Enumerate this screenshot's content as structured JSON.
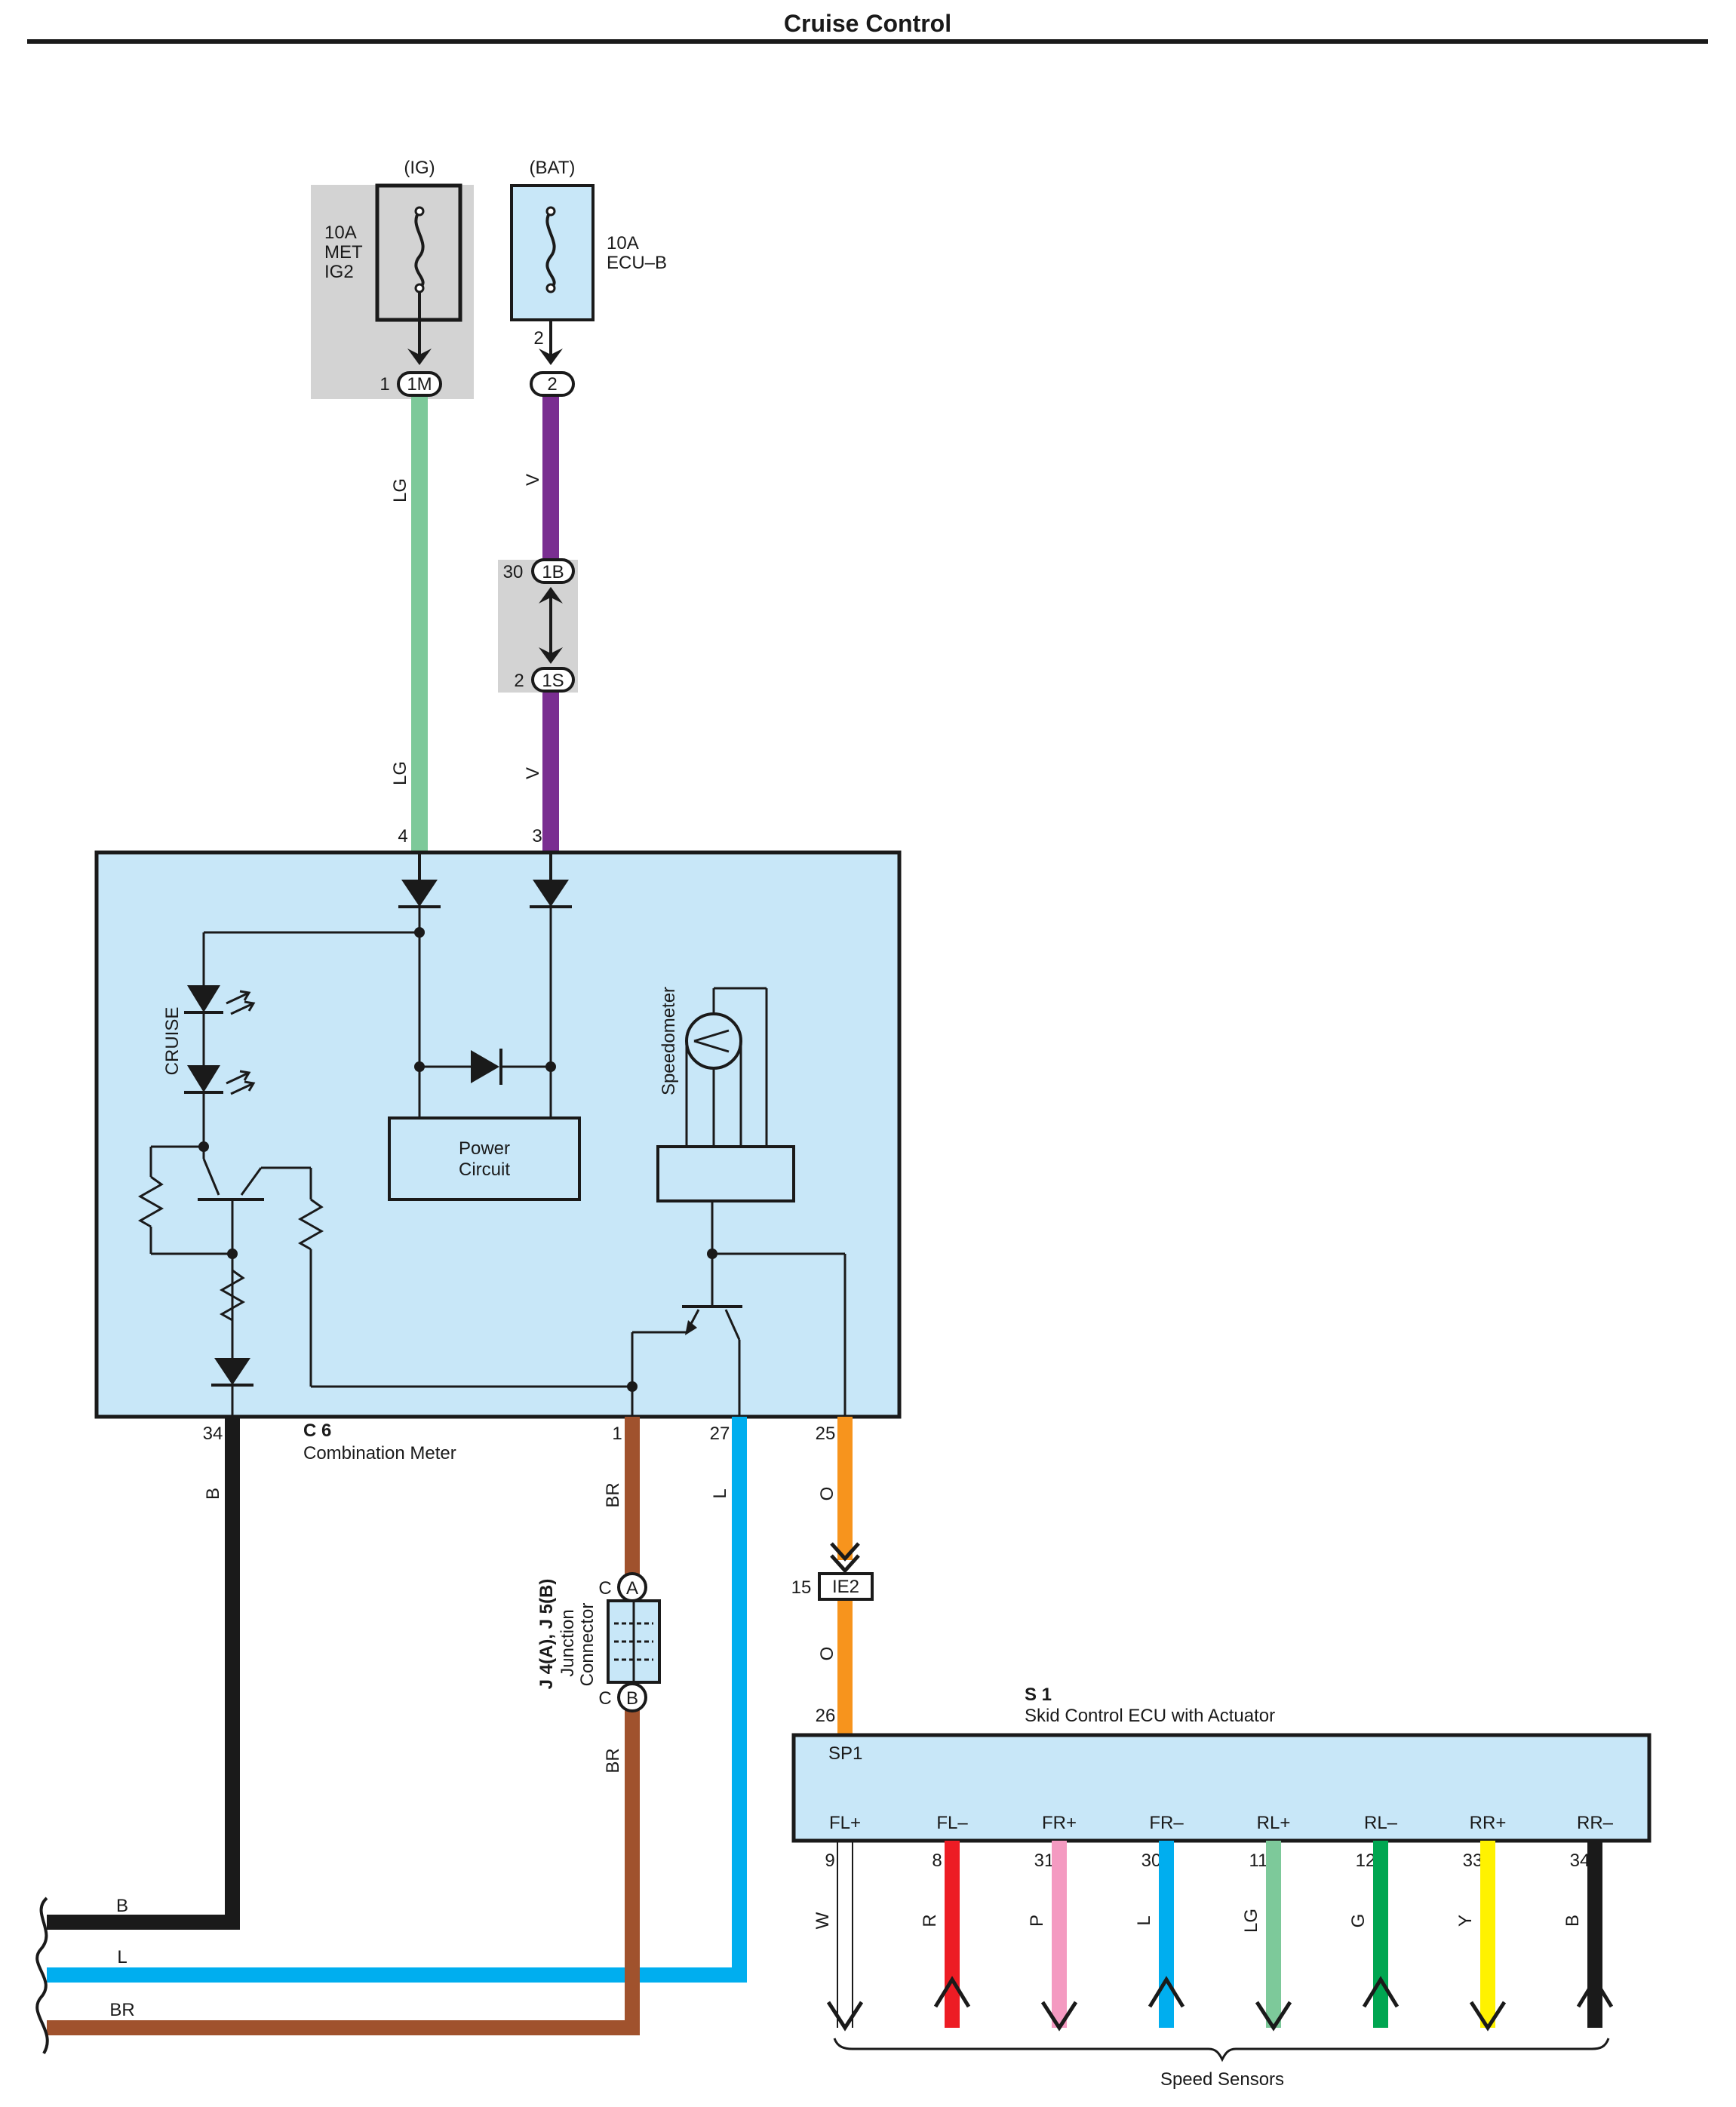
{
  "title": "Cruise Control",
  "colors": {
    "LG": "#7dc99a",
    "V": "#7a2e91",
    "B": "#1a1a1a",
    "BR": "#a0522d",
    "L": "#00aeef",
    "O": "#f7941d",
    "W": "#ffffff",
    "R": "#ed1c24",
    "P": "#f49ac1",
    "G": "#00a651",
    "Y": "#fff200",
    "box_fill": "#c8e7f8",
    "gray_fill": "#d3d3d3"
  },
  "fuses": {
    "ig": {
      "header": "(IG)",
      "line1": "10A",
      "line2": "MET",
      "line3": "IG2",
      "pin": "1",
      "connector": "1M"
    },
    "bat": {
      "header": "(BAT)",
      "line1": "10A",
      "line2": "ECU–B",
      "pin": "2",
      "connector": "2"
    }
  },
  "inline_connectors": {
    "upper": {
      "pin": "30",
      "id": "1B"
    },
    "lower": {
      "pin": "2",
      "id": "1S"
    }
  },
  "wire_labels": {
    "lg": "LG",
    "v": "V",
    "b": "B",
    "br": "BR",
    "l": "L",
    "o": "O"
  },
  "combination_meter": {
    "code": "C 6",
    "name": "Combination Meter",
    "pin_lg": "4",
    "pin_v": "3",
    "pin_b": "34",
    "pin_br": "1",
    "pin_l": "27",
    "pin_o": "25",
    "cruise_label": "CRUISE",
    "power_circuit_line1": "Power",
    "power_circuit_line2": "Circuit",
    "speedometer_label": "Speedometer"
  },
  "ie2": {
    "pin": "15",
    "id": "IE2"
  },
  "junction": {
    "code": "J 4(A), J 5(B)",
    "line1": "Junction",
    "line2": "Connector",
    "top_letter": "A",
    "bottom_letter": "B",
    "top_pin": "C",
    "bottom_pin": "C"
  },
  "skid_ecu": {
    "code": "S 1",
    "name": "Skid Control ECU with Actuator",
    "input_pin": "26",
    "input_terminal": "SP1",
    "terminals": [
      {
        "name": "FL+",
        "pin": "9",
        "color": "W",
        "dir": "down"
      },
      {
        "name": "FL–",
        "pin": "8",
        "color": "R",
        "dir": "up"
      },
      {
        "name": "FR+",
        "pin": "31",
        "color": "P",
        "dir": "down"
      },
      {
        "name": "FR–",
        "pin": "30",
        "color": "L",
        "dir": "up"
      },
      {
        "name": "RL+",
        "pin": "11",
        "color": "LG",
        "dir": "down"
      },
      {
        "name": "RL–",
        "pin": "12",
        "color": "G",
        "dir": "up"
      },
      {
        "name": "RR+",
        "pin": "33",
        "color": "Y",
        "dir": "down"
      },
      {
        "name": "RR–",
        "pin": "34",
        "color": "B",
        "dir": "up"
      }
    ],
    "speed_sensors_label": "Speed Sensors"
  },
  "left_bus": {
    "b": "B",
    "l": "L",
    "br": "BR"
  }
}
